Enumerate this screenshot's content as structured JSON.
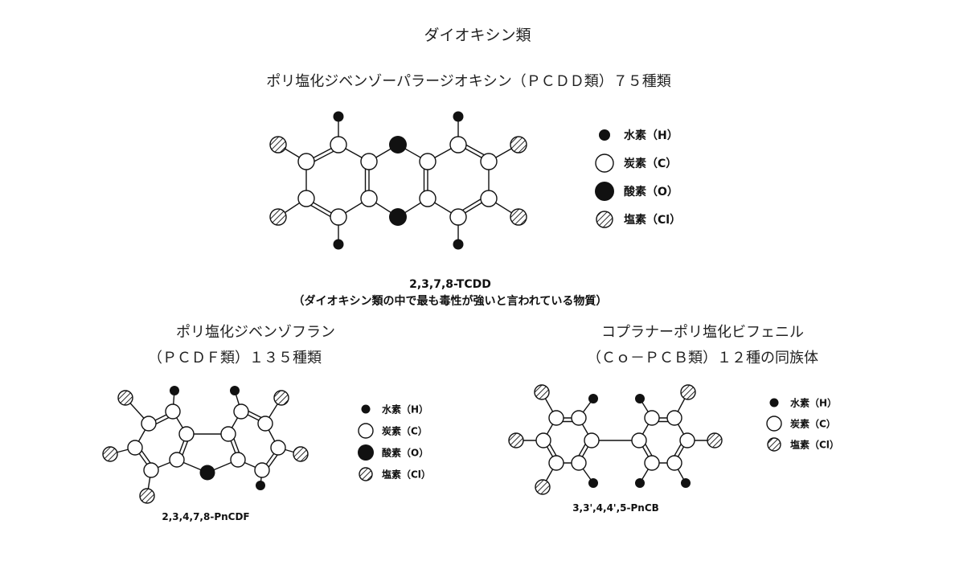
{
  "title": "ダイオキシン類",
  "pcdd": {
    "heading": "ポリ塩化ジベンゾーパラージオキシン（ＰＣＤＤ類）７５種類",
    "compound_label": "2,3,7,8-TCDD",
    "compound_note": "（ダイオキシン類の中で最も毒性が強いと言われている物質）",
    "legend": [
      {
        "kind": "h",
        "label": "水素（H）"
      },
      {
        "kind": "c",
        "label": "炭素（C）"
      },
      {
        "kind": "o",
        "label": "酸素（O）"
      },
      {
        "kind": "cl",
        "label": "塩素（Cl）"
      }
    ]
  },
  "pcdf": {
    "heading_line1": "ポリ塩化ジベンゾフラン",
    "heading_line2": "（ＰＣＤＦ類）１３５種類",
    "compound_label": "2,3,4,7,8-PnCDF",
    "legend": [
      {
        "kind": "h",
        "label": "水素（H）"
      },
      {
        "kind": "c",
        "label": "炭素（C）"
      },
      {
        "kind": "o",
        "label": "酸素（O）"
      },
      {
        "kind": "cl",
        "label": "塩素（Cl）"
      }
    ]
  },
  "copcb": {
    "heading_line1": "コプラナーポリ塩化ビフェニル",
    "heading_line2": "（Ｃｏ－ＰＣＢ類）１２種の同族体",
    "compound_label": "3,3',4,4',5-PnCB",
    "legend": [
      {
        "kind": "h",
        "label": "水素（H）"
      },
      {
        "kind": "c",
        "label": "炭素（C）"
      },
      {
        "kind": "cl",
        "label": "塩素（Cl）"
      }
    ]
  },
  "colors": {
    "ink": "#111111",
    "background": "#ffffff"
  }
}
